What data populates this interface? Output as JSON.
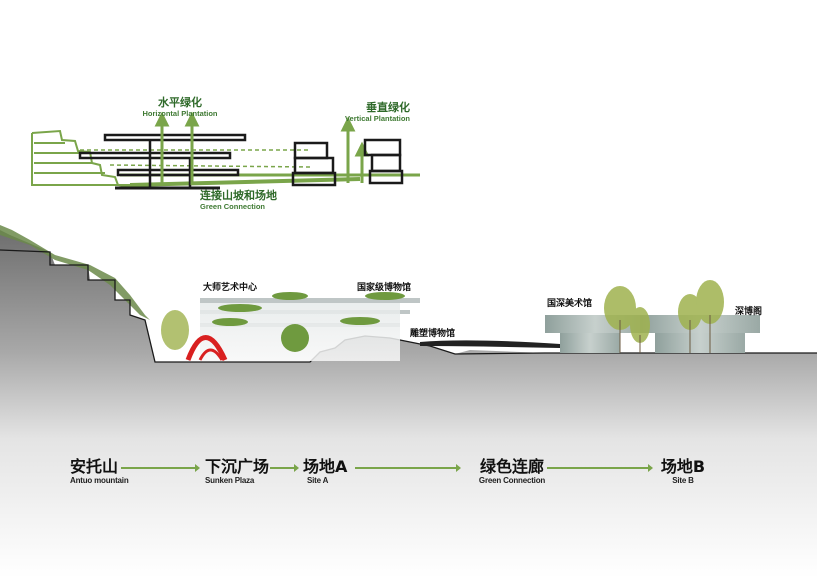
{
  "sketch": {
    "horizontal_cn": "水平绿化",
    "horizontal_en": "Horizontal Plantation",
    "vertical_cn": "垂直绿化",
    "vertical_en": "Vertical Plantation",
    "connection_cn": "连接山坡和场地",
    "connection_en": "Green Connection",
    "colors": {
      "green": "#7aa54a",
      "ink": "#1a1a1a",
      "label_green": "#2f6a2a"
    }
  },
  "section": {
    "labels": [
      {
        "cn": "大师艺术中心"
      },
      {
        "cn": "国家级博物馆"
      },
      {
        "cn": "雕塑博物馆"
      },
      {
        "cn": "国深美术馆"
      },
      {
        "cn": "深博阁"
      }
    ]
  },
  "flow": {
    "steps": [
      {
        "cn": "安托山",
        "en": "Antuo mountain"
      },
      {
        "cn": "下沉广场",
        "en": "Sunken Plaza"
      },
      {
        "cn": "场地A",
        "en": "Site A"
      },
      {
        "cn": "绿色连廊",
        "en": "Green Connection"
      },
      {
        "cn": "场地B",
        "en": "Site B"
      }
    ],
    "arrow_color": "#7aa54a"
  }
}
